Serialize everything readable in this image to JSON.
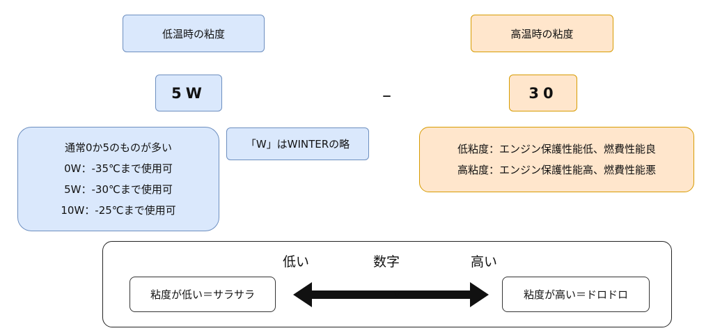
{
  "low_temp": {
    "title": "低温時の粘度",
    "code": "5W"
  },
  "high_temp": {
    "title": "高温時の粘度",
    "code": "30"
  },
  "separator": "–",
  "winter_note": "「W」はWINTERの略",
  "low_temp_info": {
    "lines": [
      "通常0か5のものが多い",
      "0W：-35℃まで使用可",
      "5W：-30℃まで使用可",
      "10W：-25℃まで使用可"
    ]
  },
  "high_temp_info": {
    "lines": [
      "低粘度：エンジン保護性能低、燃費性能良",
      "高粘度：エンジン保護性能高、燃費性能悪"
    ]
  },
  "scale": {
    "low_label": "低い",
    "center_label": "数字",
    "high_label": "高い",
    "left_box": "粘度が低い＝サラサラ",
    "right_box": "粘度が高い＝ドロドロ"
  }
}
